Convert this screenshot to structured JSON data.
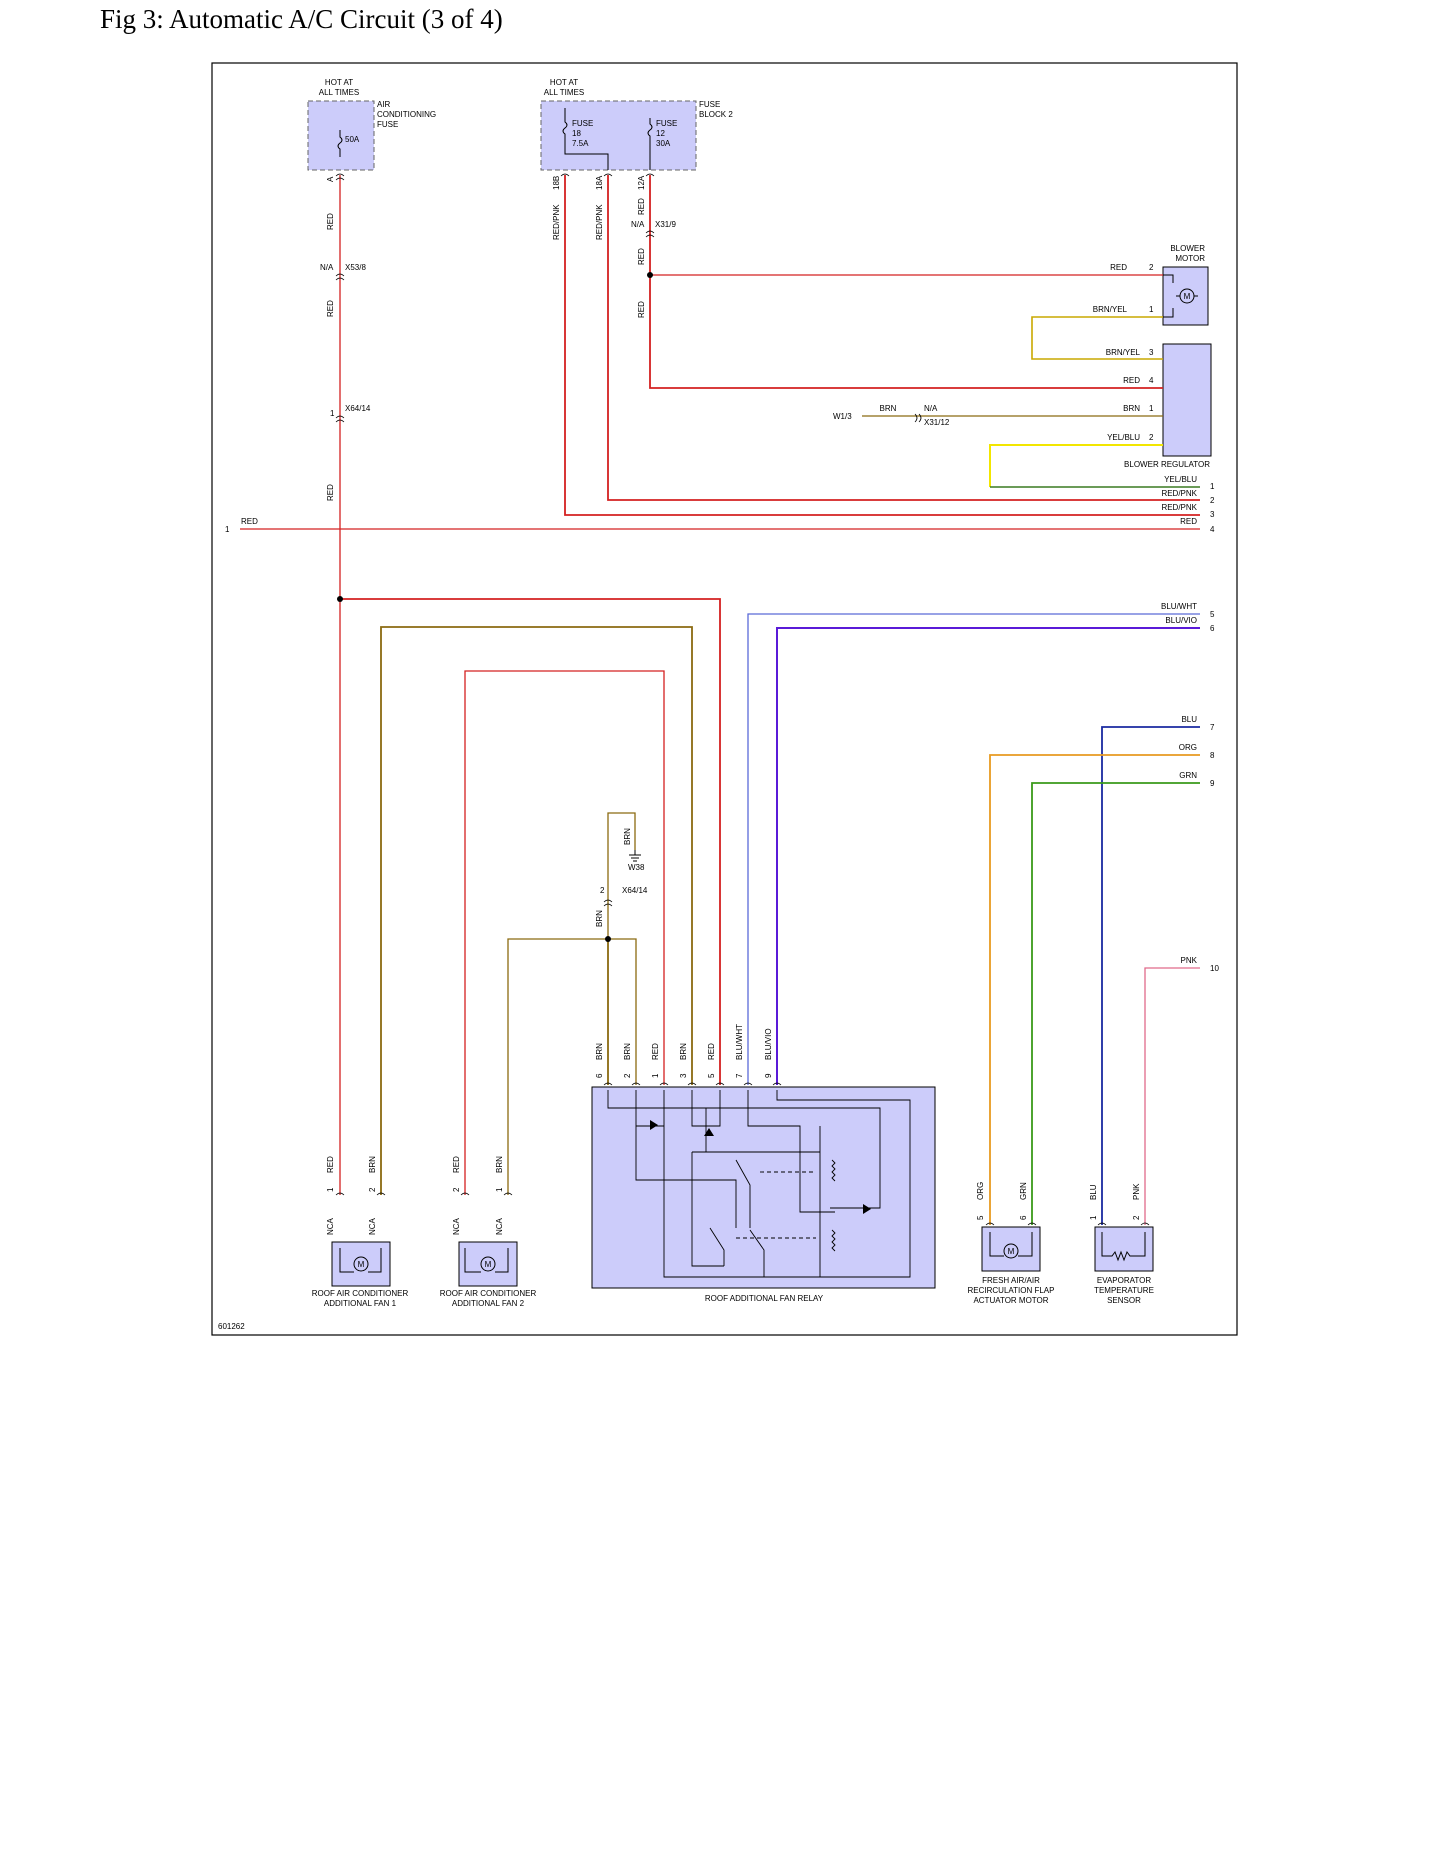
{
  "figure_title": "Fig 3: Automatic A/C Circuit (3 of 4)",
  "diagram_id": "601262",
  "colors": {
    "RED": "#d42020",
    "BRN": "#8b6a10",
    "BRN_YEL": "#c9a800",
    "YEL_BLU": "#f2e600",
    "BLU": "#1a2aa0",
    "BLU_WHT": "#5a6ad8",
    "BLU_VIO": "#5a1ad8",
    "ORG": "#e89a20",
    "GRN": "#3a9a1a",
    "PNK": "#e06a8a",
    "component_fill": "#ccccfa"
  },
  "labels": {
    "hot_at": "HOT AT",
    "all_times": "ALL TIMES",
    "ac_fuse_1": "AIR",
    "ac_fuse_2": "CONDITIONING",
    "ac_fuse_3": "FUSE",
    "fuse_50a": "50A",
    "fuse_block_1": "FUSE",
    "fuse_block_2": "BLOCK 2",
    "fuse18_1": "FUSE",
    "fuse18_2": "18",
    "fuse18_3": "7.5A",
    "fuse12_1": "FUSE",
    "fuse12_2": "12",
    "fuse12_3": "30A",
    "blower_motor_1": "BLOWER",
    "blower_motor_2": "MOTOR",
    "blower_regulator": "BLOWER REGULATOR",
    "fan1_1": "ROOF AIR CONDITIONER",
    "fan1_2": "ADDITIONAL FAN 1",
    "fan2_1": "ROOF AIR CONDITIONER",
    "fan2_2": "ADDITIONAL FAN 2",
    "relay": "ROOF ADDITIONAL FAN RELAY",
    "flap_1": "FRESH AIR/AIR",
    "flap_2": "RECIRCULATION FLAP",
    "flap_3": "ACTUATOR MOTOR",
    "evap_1": "EVAPORATOR",
    "evap_2": "TEMPERATURE",
    "evap_3": "SENSOR",
    "motor_symbol": "M"
  },
  "connectors": {
    "x53": "X53/8",
    "x64_14": "X64/14",
    "x31_9": "X31/9",
    "x31_12": "X31/12",
    "w1_3": "W1/3",
    "w38": "W38",
    "x64_14b": "X64/14",
    "na": "N/A",
    "nca": "NCA",
    "pin_a": "A",
    "pin_18b": "18B",
    "pin_18a": "18A",
    "pin_12a": "12A"
  },
  "wires": {
    "red": "RED",
    "brn": "BRN",
    "red_pnk": "RED/PNK",
    "brn_yel": "BRN/YEL",
    "yel_blu": "YEL/BLU",
    "blu_wht": "BLU/WHT",
    "blu_vio": "BLU/VIO",
    "blu": "BLU",
    "org": "ORG",
    "grn": "GRN",
    "pnk": "PNK"
  },
  "pins": {
    "p1": "1",
    "p2": "2",
    "p3": "3",
    "p4": "4",
    "p5": "5",
    "p6": "6",
    "p7": "7",
    "p8": "8",
    "p9": "9",
    "p10": "10"
  }
}
